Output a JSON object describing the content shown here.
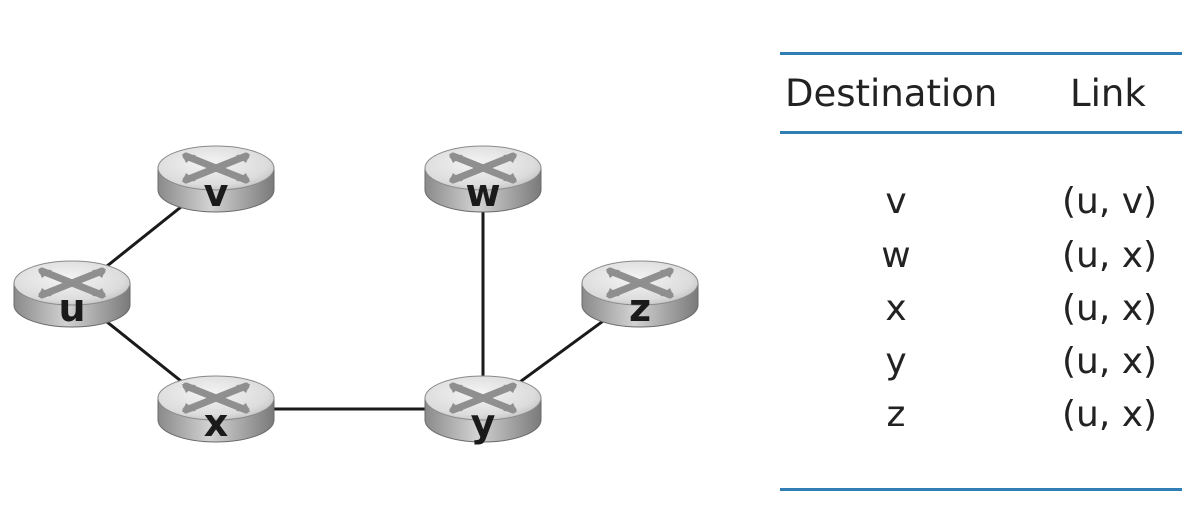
{
  "colors": {
    "rule": "#2f7fb5",
    "link_line": "#1a1a1a",
    "router_top": "#e4e4e4",
    "router_side": "#9c9c9c",
    "label": "#1a1a1a"
  },
  "router_icon": "router-icon",
  "routers": [
    {
      "id": "v",
      "label": "v"
    },
    {
      "id": "w",
      "label": "w"
    },
    {
      "id": "u",
      "label": "u"
    },
    {
      "id": "z",
      "label": "z"
    },
    {
      "id": "x",
      "label": "x"
    },
    {
      "id": "y",
      "label": "y"
    }
  ],
  "links": [
    {
      "from": "u",
      "to": "v"
    },
    {
      "from": "u",
      "to": "x"
    },
    {
      "from": "x",
      "to": "y"
    },
    {
      "from": "y",
      "to": "w"
    },
    {
      "from": "y",
      "to": "z"
    }
  ],
  "table": {
    "header_destination": "Destination",
    "header_link": "Link",
    "rows": [
      {
        "destination": "v",
        "link": "(u, v)"
      },
      {
        "destination": "w",
        "link": "(u, x)"
      },
      {
        "destination": "x",
        "link": "(u, x)"
      },
      {
        "destination": "y",
        "link": "(u, x)"
      },
      {
        "destination": "z",
        "link": "(u, x)"
      }
    ]
  }
}
